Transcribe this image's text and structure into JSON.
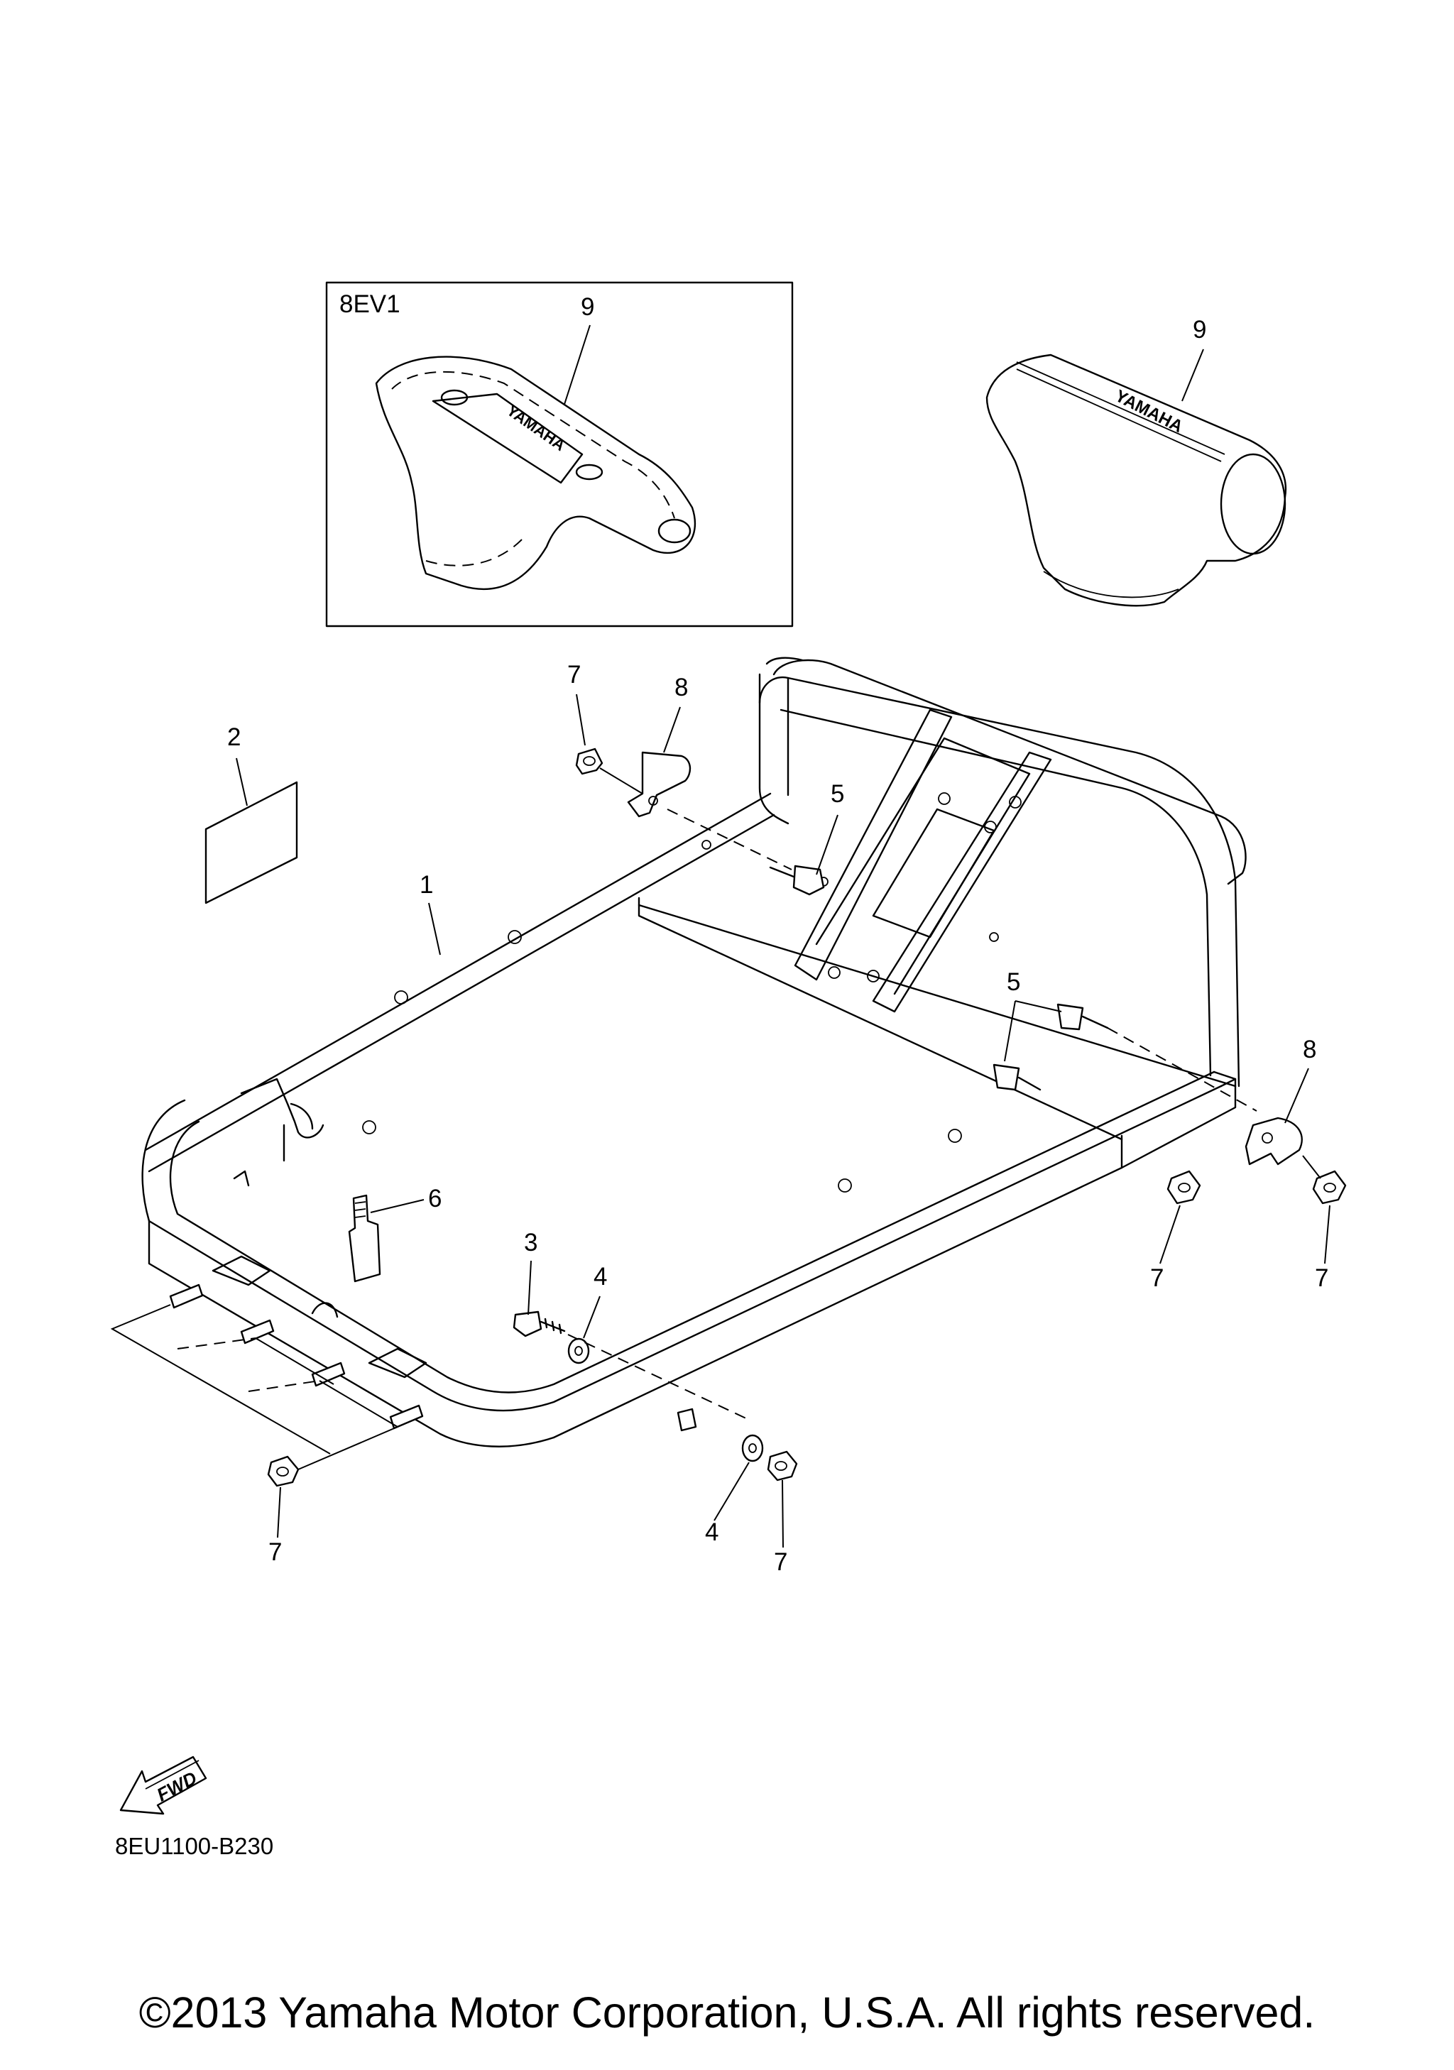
{
  "inset": {
    "code": "8EV1",
    "callout": "9"
  },
  "callouts": {
    "p9_right": "9",
    "p7_top": "7",
    "p8_top": "8",
    "p2": "2",
    "p5_top": "5",
    "p1": "1",
    "p5_right": "5",
    "p8_right": "8",
    "p6": "6",
    "p3": "3",
    "p4_mid": "4",
    "p7_right_a": "7",
    "p7_right_b": "7",
    "p7_left": "7",
    "p4_bottom": "4",
    "p7_bottom": "7"
  },
  "fwd_label": "FWD",
  "brand_text": "YAMAHA",
  "diagram_code": "8EU1100-B230",
  "copyright": "©2013 Yamaha Motor Corporation, U.S.A. All rights reserved."
}
